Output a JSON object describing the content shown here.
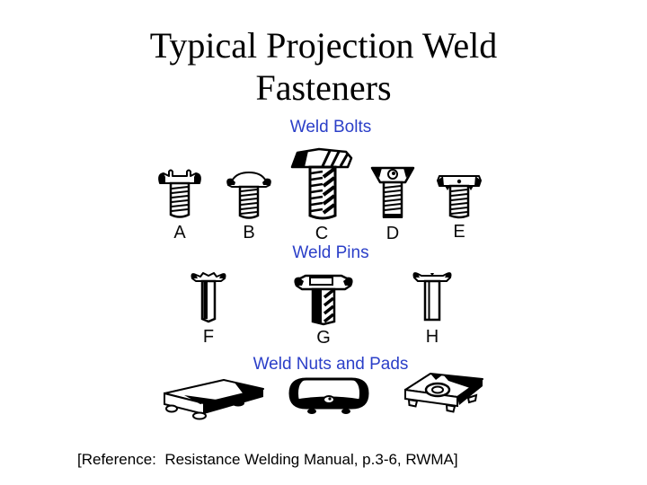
{
  "slide": {
    "background": "#ffffff",
    "title": "Typical Projection Weld Fasteners",
    "title_color": "#000000",
    "label_color": "#2B3FC8",
    "reference": "[Reference:  Resistance Welding Manual, p.3-6, RWMA]"
  },
  "sections": {
    "bolts": {
      "label": "Weld Bolts",
      "letters": [
        "A",
        "B",
        "C",
        "D",
        "E"
      ]
    },
    "pins": {
      "label": "Weld Pins",
      "letters": [
        "F",
        "G",
        "H"
      ]
    },
    "nuts": {
      "label": "Weld Nuts and Pads"
    }
  }
}
